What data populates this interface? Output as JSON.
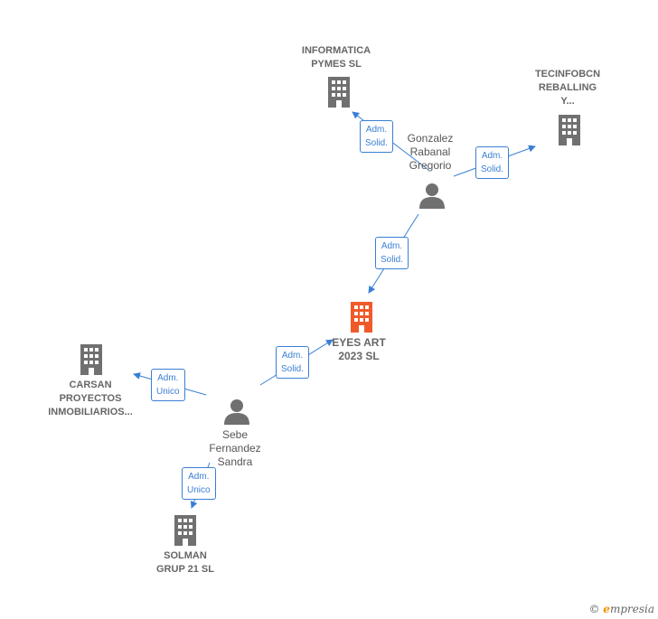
{
  "nodes": {
    "informatica": {
      "label": "INFORMATICA\nPYMES  SL",
      "type": "company"
    },
    "tecinfo": {
      "label": "TECINFOBCN\nREBALLING\nY...",
      "type": "company"
    },
    "gonzalez": {
      "label": "Gonzalez\nRabanal\nGregorio",
      "type": "person"
    },
    "eyes_art": {
      "label": "EYES ART\n2023  SL",
      "type": "company",
      "highlight": true
    },
    "carsan": {
      "label": "CARSAN\nPROYECTOS\nINMOBILIARIOS...",
      "type": "company"
    },
    "sebe": {
      "label": "Sebe\nFernandez\nSandra",
      "type": "person"
    },
    "solman": {
      "label": "SOLMAN\nGRUP 21  SL",
      "type": "company"
    }
  },
  "edges": {
    "gonzalez_informatica": "Adm.\nSolid.",
    "gonzalez_tecinfo": "Adm.\nSolid.",
    "gonzalez_eyes": "Adm.\nSolid.",
    "sebe_eyes": "Adm.\nSolid.",
    "sebe_carsan": "Adm.\nUnico",
    "sebe_solman": "Adm.\nUnico"
  },
  "colors": {
    "edge": "#3a7fd5",
    "company_icon": "#707070",
    "center_icon": "#f05a28",
    "person_icon": "#707070"
  },
  "footer": {
    "copyright": "©",
    "brand_initial": "e",
    "brand_rest": "mpresia"
  }
}
